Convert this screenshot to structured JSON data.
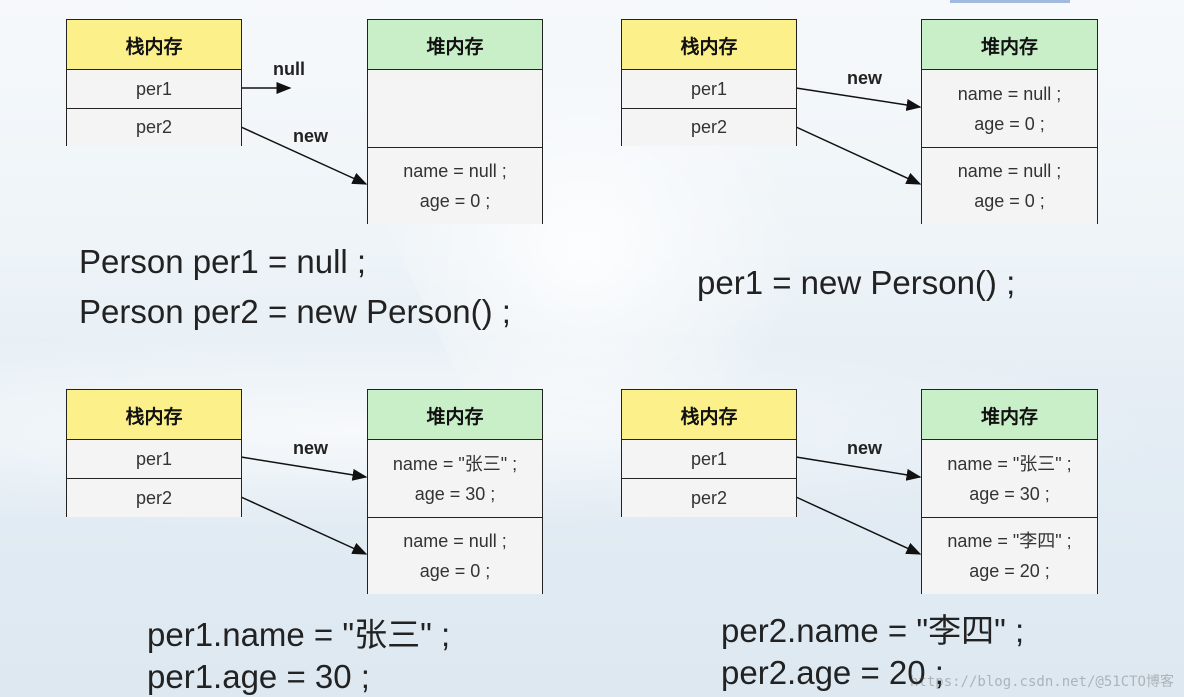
{
  "headers": {
    "stack": "栈内存",
    "heap": "堆内存"
  },
  "vars": {
    "per1": "per1",
    "per2": "per2"
  },
  "arrows": {
    "null": "null",
    "new": "new"
  },
  "panel1": {
    "heap_obj": [
      "name = null ;",
      "age = 0 ;"
    ],
    "code": [
      "Person per1 = null ;",
      "Person per2 = new Person() ;"
    ]
  },
  "panel2": {
    "heap_obj1": [
      "name = null ;",
      "age = 0 ;"
    ],
    "heap_obj2": [
      "name = null ;",
      "age = 0 ;"
    ],
    "code": [
      "per1 = new Person() ;"
    ]
  },
  "panel3": {
    "heap_obj1": [
      "name = \"张三\" ;",
      "age = 30 ;"
    ],
    "heap_obj2": [
      "name = null ;",
      "age = 0 ;"
    ],
    "code": [
      "per1.name = \"张三\" ;",
      "per1.age = 30 ;"
    ]
  },
  "panel4": {
    "heap_obj1": [
      "name = \"张三\" ;",
      "age = 30 ;"
    ],
    "heap_obj2": [
      "name = \"李四\" ;",
      "age = 20 ;"
    ],
    "code": [
      "per2.name = \"李四\" ;",
      "per2.age = 20 ;"
    ]
  },
  "watermark": "https://blog.csdn.net/@51CTO博客"
}
